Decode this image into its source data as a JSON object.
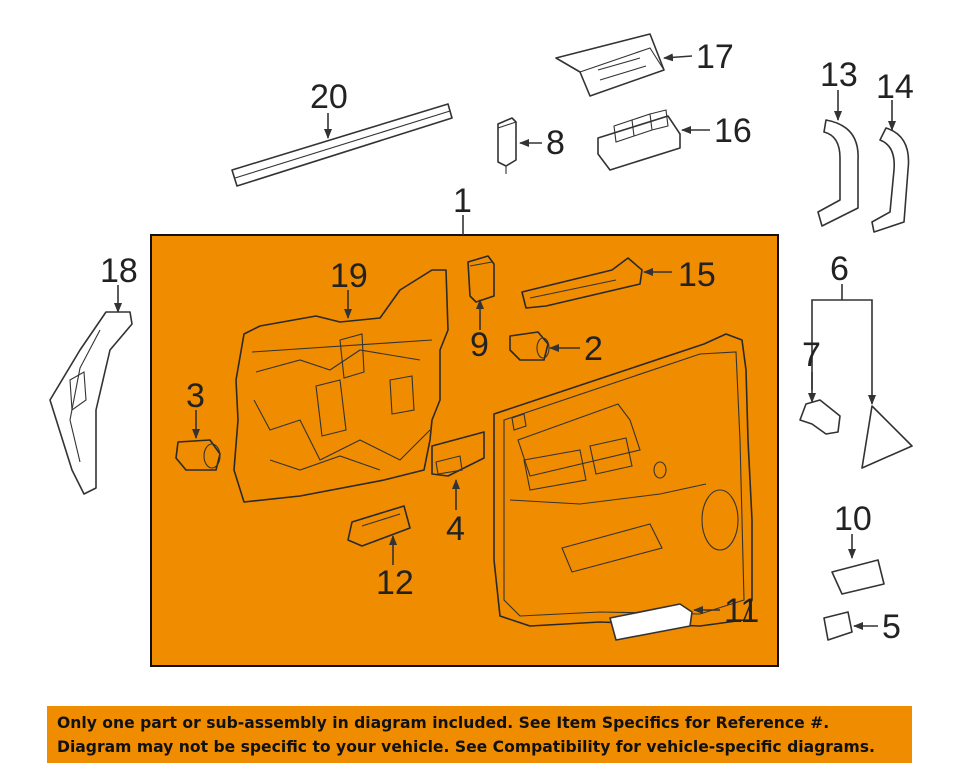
{
  "callouts": {
    "c1": "1",
    "c2": "2",
    "c3": "3",
    "c4": "4",
    "c5": "5",
    "c6": "6",
    "c7": "7",
    "c8": "8",
    "c9": "9",
    "c10": "10",
    "c11": "11",
    "c12": "12",
    "c13": "13",
    "c14": "14",
    "c15": "15",
    "c16": "16",
    "c17": "17",
    "c18": "18",
    "c19": "19",
    "c20": "20"
  },
  "notice": {
    "line1": "Only one part or sub-assembly in diagram included. See Item Specifics for Reference #.",
    "line2": "Diagram may not be specific to your vehicle. See Compatibility for vehicle-specific diagrams."
  },
  "colors": {
    "highlight": "#f08c00",
    "outline": "#222222",
    "background": "#ffffff"
  }
}
